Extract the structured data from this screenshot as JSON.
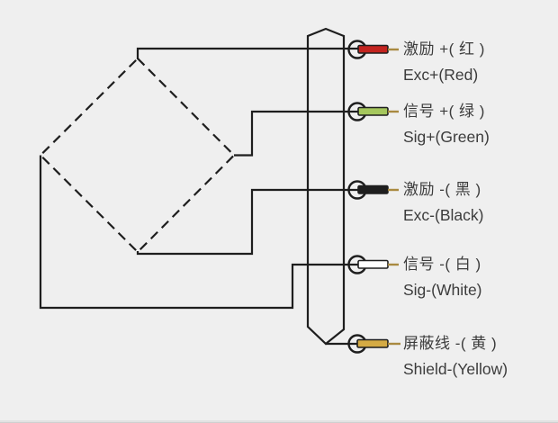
{
  "diagram": {
    "kind": "load-cell wiring diagram",
    "background_color": "#efefef",
    "line_color": "#1e1e1e",
    "label_color": "#3c3c3c",
    "tip_color": "#a98a40",
    "bridge": {
      "shape": "dashed diamond (strain-gauge bridge)",
      "style": "dashed"
    },
    "wires": [
      {
        "id": "exc-plus",
        "label_cn": "激励 +( 红 )",
        "label_en": "Exc+(Red)",
        "color_name": "Red",
        "color_hex": "#c3241f"
      },
      {
        "id": "sig-plus",
        "label_cn": "信号 +( 绿 )",
        "label_en": "Sig+(Green)",
        "color_name": "Green",
        "color_hex": "#a5c75d"
      },
      {
        "id": "exc-minus",
        "label_cn": "激励 -( 黑 )",
        "label_en": "Exc-(Black)",
        "color_name": "Black",
        "color_hex": "#1e1e1e"
      },
      {
        "id": "sig-minus",
        "label_cn": "信号 -( 白 )",
        "label_en": "Sig-(White)",
        "color_name": "White",
        "color_hex": "#ffffff"
      },
      {
        "id": "shield",
        "label_cn": "屏蔽线 -( 黄 )",
        "label_en": "Shield-(Yellow)",
        "color_name": "Yellow",
        "color_hex": "#d5ab44"
      }
    ]
  }
}
